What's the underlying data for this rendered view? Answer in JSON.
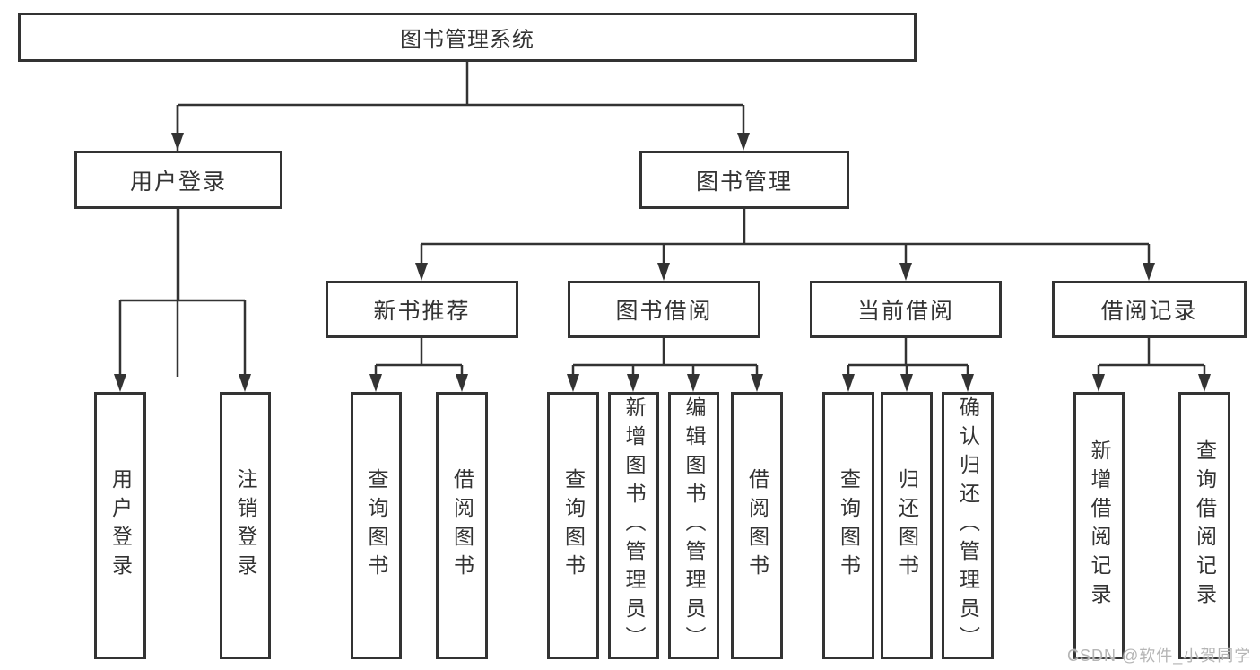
{
  "diagram_title": "图书管理系统",
  "colors": {
    "line": "#333333",
    "text": "#333333",
    "background": "#ffffff",
    "watermark": "#b5b5b5"
  },
  "nodes": {
    "root": {
      "label": "图书管理系统"
    },
    "user_login": {
      "label": "用户登录"
    },
    "book_mgmt": {
      "label": "图书管理"
    },
    "new_book_rec": {
      "label": "新书推荐"
    },
    "book_borrow": {
      "label": "图书借阅"
    },
    "current_borrow": {
      "label": "当前借阅"
    },
    "borrow_records": {
      "label": "借阅记录"
    },
    "leaf_user_login": {
      "label": "用户登录"
    },
    "leaf_logout": {
      "label": "注销登录"
    },
    "leaf_query_book_rec": {
      "label": "查询图书"
    },
    "leaf_borrow_book_rec": {
      "label": "借阅图书"
    },
    "leaf_query_book_borrow": {
      "label": "查询图书"
    },
    "leaf_add_book": {
      "label": "新增图书（管理员）"
    },
    "leaf_edit_book": {
      "label": "编辑图书（管理员）"
    },
    "leaf_borrow_book_borrow": {
      "label": "借阅图书"
    },
    "leaf_query_book_current": {
      "label": "查询图书"
    },
    "leaf_return_book": {
      "label": "归还图书"
    },
    "leaf_confirm_return": {
      "label": "确认归还（管理员）"
    },
    "leaf_add_borrow_record": {
      "label": "新增借阅记录"
    },
    "leaf_query_borrow_record": {
      "label": "查询借阅记录"
    }
  },
  "hierarchy": {
    "图书管理系统": [
      "用户登录",
      "图书管理"
    ],
    "用户登录": [
      "用户登录",
      "注销登录"
    ],
    "图书管理": [
      "新书推荐",
      "图书借阅",
      "当前借阅",
      "借阅记录"
    ],
    "新书推荐": [
      "查询图书",
      "借阅图书"
    ],
    "图书借阅": [
      "查询图书",
      "新增图书（管理员）",
      "编辑图书（管理员）",
      "借阅图书"
    ],
    "当前借阅": [
      "查询图书",
      "归还图书",
      "确认归还（管理员）"
    ],
    "借阅记录": [
      "新增借阅记录",
      "查询借阅记录"
    ]
  },
  "watermark": {
    "text": "CSDN @软件_小贺同学"
  }
}
